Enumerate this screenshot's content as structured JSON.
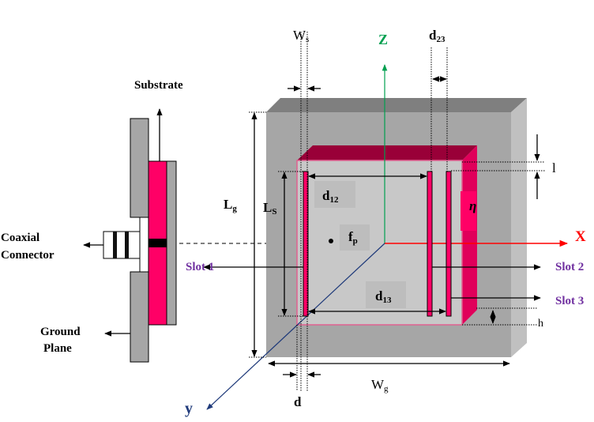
{
  "labels": {
    "substrate": "Substrate",
    "coaxial_1": "Coaxial",
    "coaxial_2": "Connector",
    "ground_1": "Ground",
    "ground_2": "Plane",
    "slot1": "Slot 1",
    "slot2": "Slot 2",
    "slot3": "Slot 3",
    "axis_z": "Z",
    "axis_x": "X",
    "axis_y": "y",
    "ws": "W",
    "ws_sub": "s",
    "d23": "d",
    "d23_sub": "23",
    "lg": "L",
    "lg_sub": "g",
    "ls": "L",
    "ls_sub": "S",
    "d12": "d",
    "d12_sub": "12",
    "d13": "d",
    "d13_sub": "13",
    "fp": "f",
    "fp_sub": "p",
    "eta": "η",
    "l": "l",
    "h": "h",
    "wg": "W",
    "wg_sub": "g",
    "d": "d"
  },
  "colors": {
    "substrate": "#ff0066",
    "ground": "#a6a6a6",
    "axis_z": "#00a050",
    "axis_x": "#ff0000",
    "axis_y": "#1f3a7a",
    "slot_label": "#7030a0"
  }
}
